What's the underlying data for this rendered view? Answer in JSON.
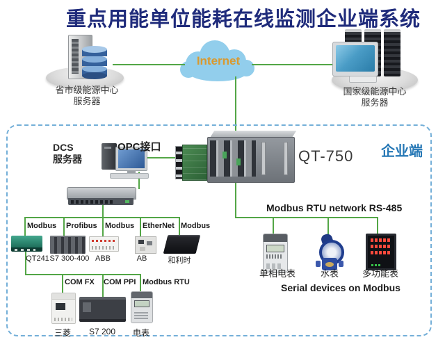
{
  "title": "重点用能单位能耗在线监测企业端系统",
  "colors": {
    "line_green": "#53A646",
    "cloud_blue": "#92CEEC",
    "internet_orange": "#D9992F",
    "title_blue": "#1F2B7B",
    "zone_blue": "#2577B5",
    "boundary_dashed_blue": "#74AFD8"
  },
  "internet": {
    "label": "Internet"
  },
  "provincial_server": {
    "name": "省市级能源中心",
    "sub": "服务器"
  },
  "national_server": {
    "name": "国家级能源中心",
    "sub": "服务器"
  },
  "enterprise": {
    "zone_label": "企业端",
    "dcs_label": "DCS",
    "dcs_sub": "服务器",
    "opc_label": "OPC接口",
    "gateway_label": "QT-750",
    "fieldbus": [
      {
        "protocol": "Modbus",
        "device": "QT241"
      },
      {
        "protocol": "Profibus",
        "device": "S7 300-400"
      },
      {
        "protocol": "Modbus",
        "device": "ABB"
      },
      {
        "protocol": "EtherNet",
        "device": "AB"
      },
      {
        "protocol": "Modbus",
        "device": "和利时"
      }
    ],
    "serial": [
      {
        "protocol": "COM FX",
        "device": "三菱"
      },
      {
        "protocol": "COM PPI",
        "device": "S7 200"
      },
      {
        "protocol": "Modbus RTU",
        "device": "电表"
      }
    ],
    "rs485_label": "Modbus RTU network RS-485",
    "rs485_devices": [
      "单相电表",
      "水表",
      "多功能表"
    ],
    "rs485_caption": "Serial devices on Modbus"
  }
}
